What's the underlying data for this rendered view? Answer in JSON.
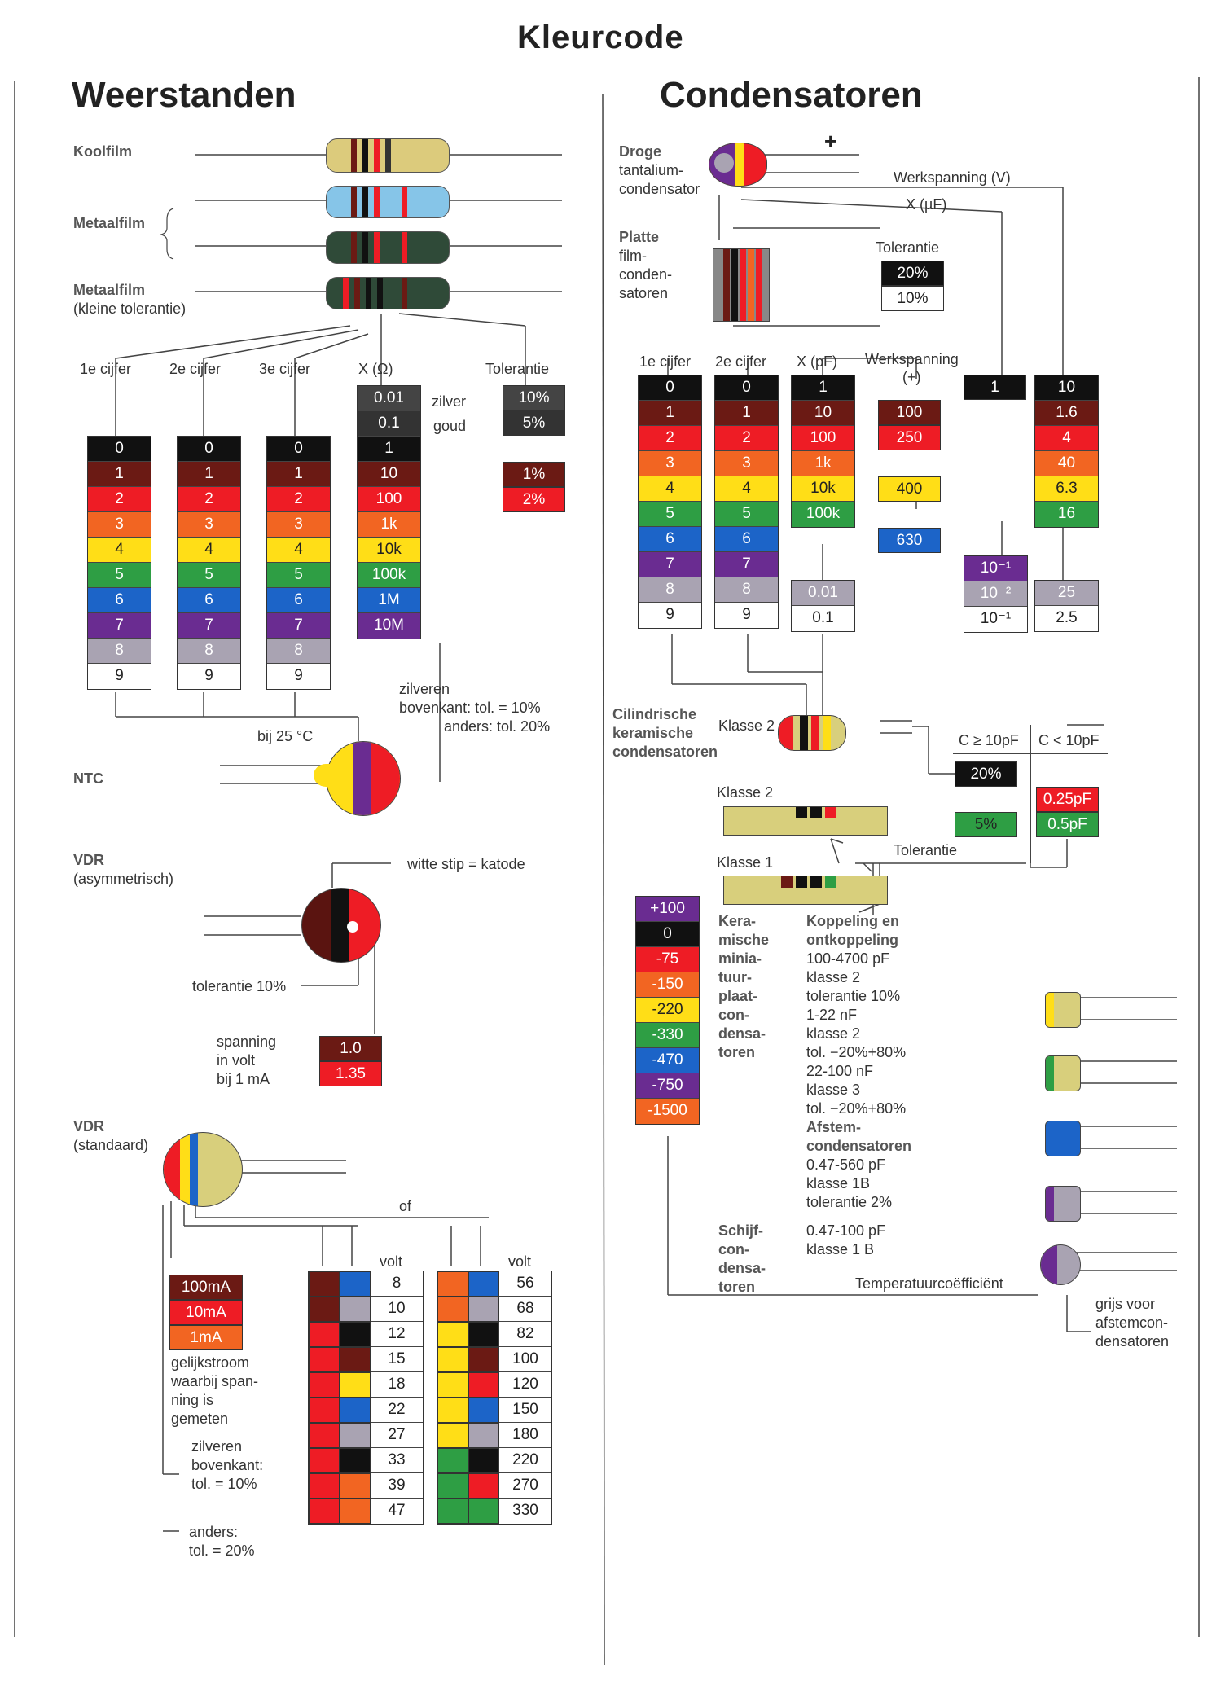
{
  "title": "Kleurcode",
  "colors": {
    "black": "#111111",
    "brown": "#6b1a14",
    "red": "#ee1c25",
    "orange": "#f26522",
    "yellow": "#ffde17",
    "green": "#2e9e44",
    "blue": "#1c64c8",
    "violet": "#6a2c91",
    "grey": "#a9a3b2",
    "white": "#ffffff",
    "gold": "#333333",
    "silver": "#444444"
  },
  "left": {
    "heading": "Weerstanden",
    "resistor_types": [
      "Koolfilm",
      "Metaalfilm",
      "Metaalfilm",
      "(kleine tolerantie)"
    ],
    "col_labels": [
      "1e cijfer",
      "2e cijfer",
      "3e cijfer",
      "X (Ω)",
      "Tolerantie"
    ],
    "digits": [
      "0",
      "1",
      "2",
      "3",
      "4",
      "5",
      "6",
      "7",
      "8",
      "9"
    ],
    "multiplier": [
      "0.01",
      "0.1",
      "1",
      "10",
      "100",
      "1k",
      "10k",
      "100k",
      "1M",
      "10M"
    ],
    "mult_notes": [
      "zilver",
      "goud"
    ],
    "tolerance": [
      "10%",
      "5%",
      "1%",
      "2%"
    ],
    "ntc_note": [
      "zilveren",
      "bovenkant: tol. = 10%",
      "anders: tol. 20%"
    ],
    "ntc_temp": "bij 25 °C",
    "ntc_label": "NTC",
    "vdr_asym_label": [
      "VDR",
      "(asymmetrisch)"
    ],
    "vdr_asym_note": "witte stip = katode",
    "vdr_tol": "tolerantie 10%",
    "vdr_volt_label": [
      "spanning",
      "in volt",
      "bij 1 mA"
    ],
    "vdr_volt_values": [
      "1.0",
      "1.35"
    ],
    "vdr_std_label": [
      "VDR",
      "(standaard)"
    ],
    "current_values": [
      "100mA",
      "10mA",
      "1mA"
    ],
    "current_note": [
      "gelijkstroom",
      "waarbij span-",
      "ning is",
      "gemeten"
    ],
    "silver_note": [
      "zilveren",
      "bovenkant:",
      "tol. = 10%"
    ],
    "other_note": [
      "anders:",
      "tol. = 20%"
    ],
    "of": "of",
    "volt_header": "volt",
    "volt_left": [
      "8",
      "10",
      "12",
      "15",
      "18",
      "22",
      "27",
      "33",
      "39",
      "47"
    ],
    "volt_right": [
      "56",
      "68",
      "82",
      "100",
      "120",
      "150",
      "180",
      "220",
      "270",
      "330"
    ]
  },
  "right": {
    "heading": "Condensatoren",
    "tantalum_label": [
      "Droge",
      "tantalium-",
      "condensator"
    ],
    "plus": "+",
    "werkspanning_v": "Werkspanning (V)",
    "x_uf": "X (µF)",
    "film_label": [
      "Platte",
      "film-",
      "conden-",
      "satoren"
    ],
    "tolerantie": "Tolerantie",
    "film_tol": [
      "20%",
      "10%"
    ],
    "col_labels": [
      "1e cijfer",
      "2e cijfer",
      "X (pF)",
      "Werkspanning",
      "(+)"
    ],
    "digits": [
      "0",
      "1",
      "2",
      "3",
      "4",
      "5",
      "6",
      "7",
      "8",
      "9"
    ],
    "mult_pf": [
      "1",
      "10",
      "100",
      "1k",
      "10k",
      "100k",
      "0.01",
      "0.1"
    ],
    "werk": [
      "100",
      "250",
      "400",
      "630"
    ],
    "xuf_col": [
      "1",
      "10⁻¹",
      "10⁻²",
      "10⁻¹"
    ],
    "tant_volt": [
      "10",
      "1.6",
      "4",
      "40",
      "6.3",
      "16",
      "25",
      "2.5"
    ],
    "cyl_label": [
      "Cilindrische",
      "keramische",
      "condensatoren"
    ],
    "klasse2": "Klasse 2",
    "klasse1": "Klasse 1",
    "cap_headers": [
      "C ≥ 10pF",
      "C < 10pF"
    ],
    "cap_tol": [
      "20%",
      "5%",
      "0.25pF",
      "0.5pF"
    ],
    "tolerantie2": "Tolerantie",
    "temp_coef": [
      "+100",
      "0",
      "-75",
      "-150",
      "-220",
      "-330",
      "-470",
      "-750",
      "-1500"
    ],
    "ceramic_label": [
      "Kera-",
      "mische",
      "minia-",
      "tuur-",
      "plaat-",
      "con-",
      "densa-",
      "toren"
    ],
    "ceramic_text": [
      "Koppeling en",
      "ontkoppeling",
      "100-4700 pF",
      "klasse 2",
      "tolerantie 10%",
      "1-22 nF",
      "klasse 2",
      "tol. −20%+80%",
      "22-100 nF",
      "klasse 3",
      "tol. −20%+80%",
      "Afstem-",
      "condensatoren",
      "0.47-560 pF",
      "klasse 1B",
      "tolerantie 2%",
      "0.47-100 pF",
      "klasse 1 B"
    ],
    "schijf_label": [
      "Schijf-",
      "con-",
      "densa-",
      "toren"
    ],
    "temp_label": "Temperatuurcoëfficiënt",
    "grey_note": [
      "grijs voor",
      "afstemcon-",
      "densatoren"
    ]
  }
}
